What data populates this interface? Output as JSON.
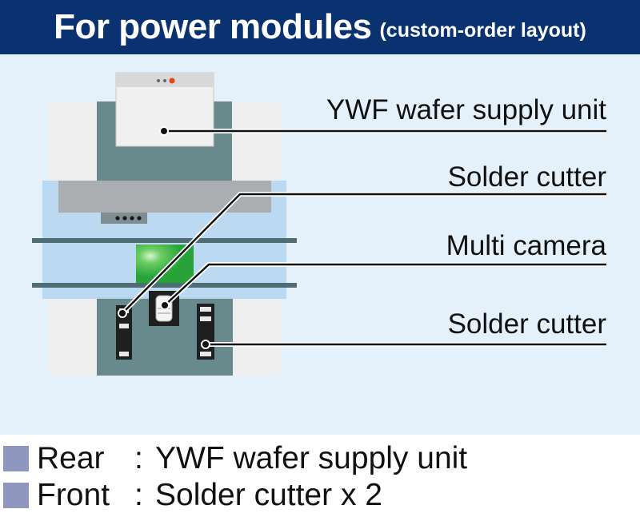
{
  "header": {
    "title": "For power modules",
    "subtitle": "(custom-order layout)"
  },
  "callouts": [
    {
      "label": "YWF wafer supply unit"
    },
    {
      "label": "Solder cutter"
    },
    {
      "label": "Multi camera"
    },
    {
      "label": "Solder cutter"
    }
  ],
  "legend": [
    {
      "key": "Rear",
      "separator": ":",
      "value": "YWF wafer supply unit"
    },
    {
      "key": "Front",
      "separator": ":",
      "value": "Solder cutter x 2"
    }
  ],
  "colors": {
    "header_bg": "#0a3270",
    "panel_bg": "#e4f1fa",
    "legend_swatch": "#8f97bf",
    "machine_frame": "#698a8c",
    "camera_green": "#27a33a"
  }
}
